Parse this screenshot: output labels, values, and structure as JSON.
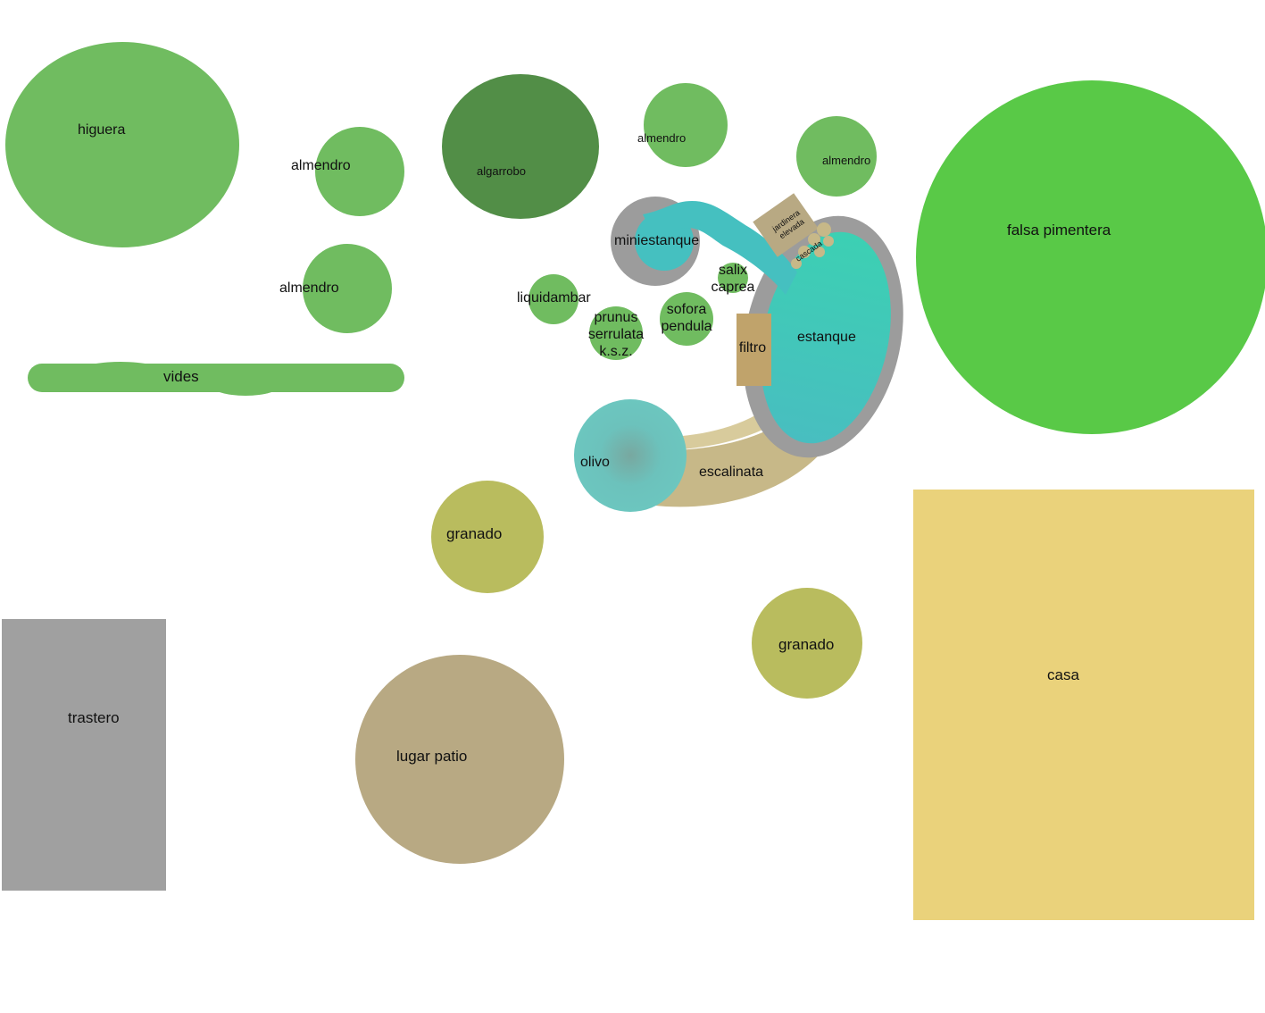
{
  "colors": {
    "tree_green": "#70bc60",
    "algarrobo_green": "#528e47",
    "falsa_pimentera_green": "#59c947",
    "granado_olive": "#b9bc5e",
    "patio_tan": "#b8a983",
    "trastero_gray": "#a0a0a0",
    "casa_yellow": "#ead27b",
    "water_teal": "#3ccdb5",
    "water_cyan": "#45c0c0",
    "pond_rim_gray": "#9c9c9c",
    "filtro_brown": "#c0a36b",
    "steps_tan": "#d4c698",
    "olivo_teal": "#6cc2bc"
  },
  "labels": {
    "higuera": "higuera",
    "almendro_1": "almendro",
    "almendro_2": "almendro",
    "almendro_3": "almendro",
    "almendro_4": "almendro",
    "algarrobo": "algarrobo",
    "falsa_pimentera": "falsa pimentera",
    "vides": "vides",
    "miniestanque": "miniestanque",
    "jardinera_line1": "jardinera",
    "jardinera_line2": "elevada",
    "cascada": "cascada",
    "salix_line1": "salix",
    "salix_line2": "caprea",
    "liquidambar": "liquidambar",
    "prunus_line1": "prunus",
    "prunus_line2": "serrulata",
    "prunus_line3": "k.s.z.",
    "sofora_line1": "sofora",
    "sofora_line2": "pendula",
    "filtro": "filtro",
    "estanque": "estanque",
    "olivo": "olivo",
    "escalinata": "escalinata",
    "granado_1": "granado",
    "granado_2": "granado",
    "trastero": "trastero",
    "lugar_patio": "lugar patio",
    "casa": "casa"
  }
}
